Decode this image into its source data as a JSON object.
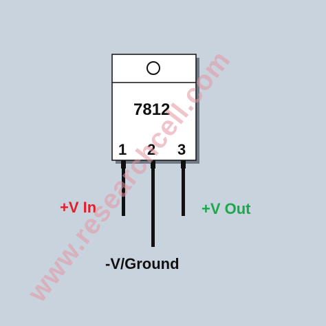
{
  "component": {
    "part_number": "7812"
  },
  "pins": {
    "pin1": "1",
    "pin2": "2",
    "pin3": "3"
  },
  "labels": {
    "vin": "+V In",
    "vout": "+V Out",
    "ground": "-V/Ground"
  },
  "watermark": "www.researchcell.com",
  "colors": {
    "background": "#c9d3de",
    "body_fill": "#ffffff",
    "vin": "#e0202a",
    "vout": "#1aa84a",
    "watermark": "#e196a0"
  }
}
